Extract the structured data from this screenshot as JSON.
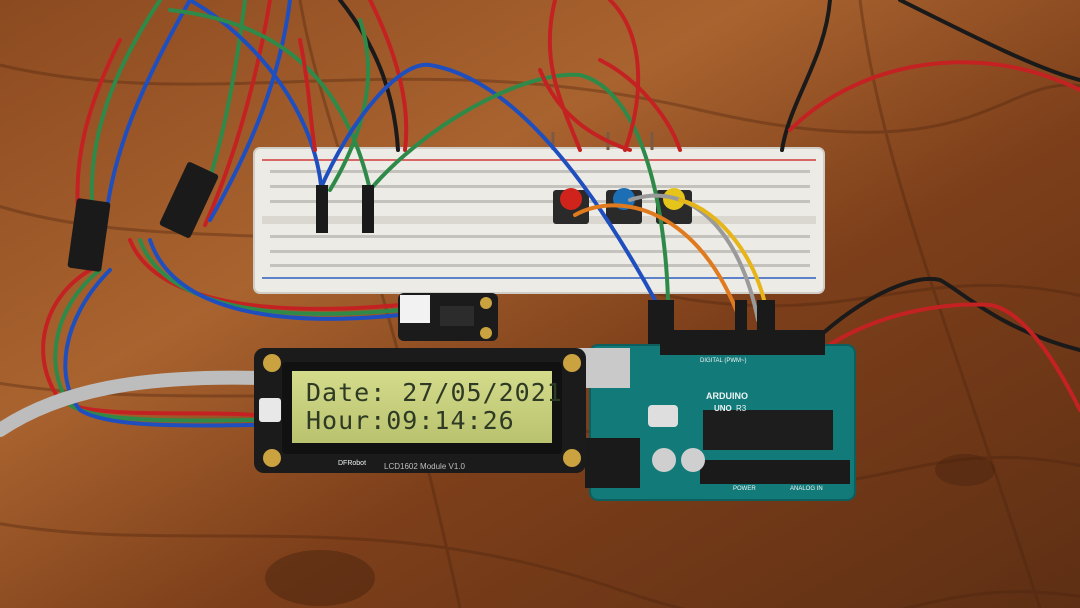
{
  "scene": {
    "description_colors": {
      "wood_light": "#a9632f",
      "wood_dark": "#5e2f14",
      "breadboard": "#ecebe6",
      "arduino_teal": "#137a7a",
      "lcd_screen": "#c9d27f",
      "lcd_frame": "#1b1b1b"
    }
  },
  "lcd": {
    "line1": "Date: 27/05/2021",
    "line2": "Hour:09:14:26",
    "brand": "DFRobot",
    "module": "LCD1602 Module V1.0"
  },
  "arduino": {
    "logo_text": "ARDUINO",
    "model": "UNO",
    "rev": "R3",
    "digital_label": "DIGITAL (PWM~)",
    "power_label": "POWER",
    "analog_label": "ANALOG IN"
  },
  "buttons": {
    "colors": [
      "#d0231c",
      "#1d6fb5",
      "#e6c51a"
    ]
  }
}
